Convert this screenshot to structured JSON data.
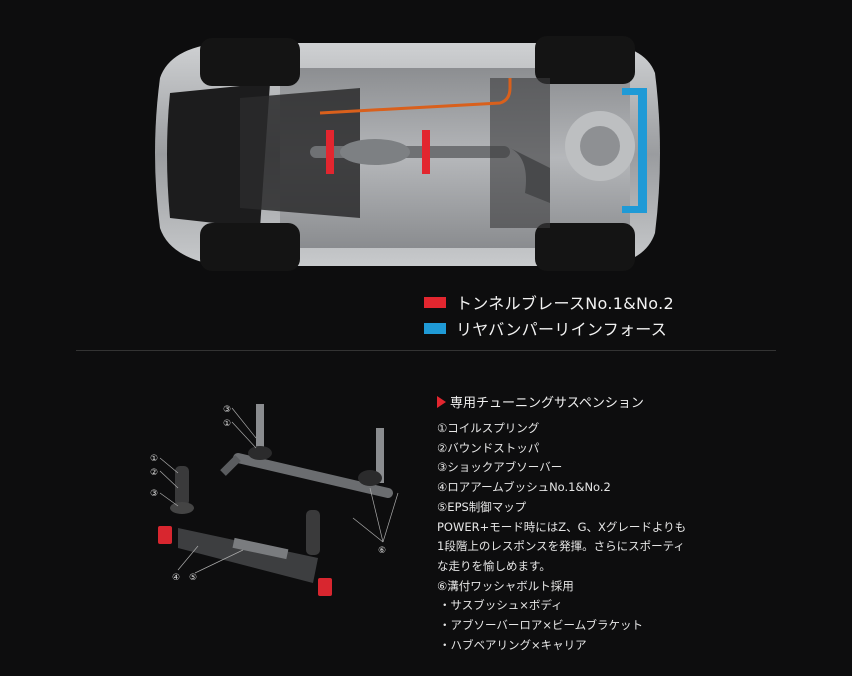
{
  "colors": {
    "background": "#0d0d0e",
    "tunnel_brace": "#e2262f",
    "rear_bumper_reinforce": "#1f9ad6",
    "spec_marker": "#e2262f"
  },
  "legend": [
    {
      "label": "トンネルブレースNo.1&No.2",
      "color": "#e2262f"
    },
    {
      "label": "リヤバンパーリインフォース",
      "color": "#1f9ad6"
    }
  ],
  "spec": {
    "heading": "専用チューニングサスペンション",
    "lines": [
      "①コイルスプリング",
      "②バウンドストッパ",
      "③ショックアブソーバー",
      "④ロアアームブッシュNo.1&No.2",
      "⑤EPS制御マップ",
      "POWER+モード時にはZ、G、Xグレードよりも",
      "1段階上のレスポンスを発揮。さらにスポーティ",
      "な走りを愉しめます。",
      "⑥溝付ワッシャボルト採用",
      "・サスブッシュ×ボディ",
      "・アブソーバーロア×ビームブラケット",
      "・ハブベアリング×キャリア"
    ]
  },
  "callouts": {
    "c1": "①",
    "c2": "②",
    "c3": "③",
    "c4": "④",
    "c5": "⑤",
    "c6": "⑥"
  },
  "icons": {
    "car": "car-underbody-icon",
    "suspension": "suspension-assembly-icon"
  }
}
